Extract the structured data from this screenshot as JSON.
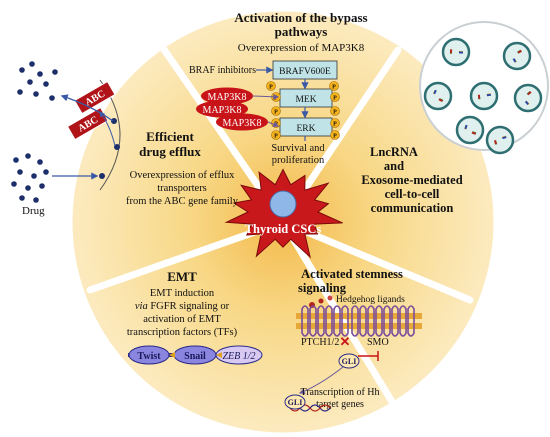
{
  "center": {
    "label": "Thyroid CSCs"
  },
  "segments": {
    "bypass": {
      "title_line1": "Activation of the bypass",
      "title_line2": "pathways",
      "subtitle": "Overexpression of MAP3K8",
      "inhibitor_label": "BRAF inhibitors",
      "braf_label": "BRAFV600E",
      "mek_label": "MEK",
      "erk_label": "ERK",
      "map3k8_labels": [
        "MAP3K8",
        "MAP3K8",
        "MAP3K8"
      ],
      "phospho_label": "P",
      "outcome_line1": "Survival and",
      "outcome_line2": "proliferation"
    },
    "efflux": {
      "title_line1": "Efficient",
      "title_line2": "drug efflux",
      "desc_line1": "Overexpression of efflux",
      "desc_line2": "transporters",
      "desc_line3": "from the ABC gene family",
      "transporter_labels": [
        "ABC",
        "ABC"
      ],
      "drug_label": "Drug"
    },
    "lncrna": {
      "line1": "LncRNA",
      "line2": "and",
      "line3": "Exosome-mediated",
      "line4": "cell-to-cell",
      "line5": "communication"
    },
    "emt": {
      "title": "EMT",
      "desc_line1": "EMT induction",
      "desc_line2_italic": "via",
      "desc_line2_rest": "FGFR signaling or",
      "desc_line3": "activation of EMT",
      "desc_line4": "transcription factors (TFs)",
      "factors": [
        "Twist",
        "Snail",
        "ZEB 1/2"
      ]
    },
    "stemness": {
      "title_line1": "Activated stemness",
      "title_line2": "signaling",
      "ligands_label": "Hedgehog ligands",
      "ptch_label": "PTCH1/2",
      "smo_label": "SMO",
      "gli_labels": [
        "GLI",
        "GLI"
      ],
      "transcription_line1": "Transcription of Hh",
      "transcription_line2": "target genes"
    }
  },
  "colors": {
    "wedge_fill": "#fbe6ad",
    "wedge_glow": "#f6c75a",
    "wedge_border": "#ffffff",
    "burst_fill": "#c8181c",
    "center_circle": "#8fb8e8",
    "map3k8_fill": "#c81418",
    "abc_fill": "#b01418",
    "kinase_fill": "#bfe3e6",
    "phospho_fill": "#f5b21a",
    "emt_bar": "#2a2a88",
    "twist_fill": "#8a86e0",
    "snail_fill": "#8a86e0",
    "zeb_fill": "#d7c9f2",
    "membrane": "#e8a838",
    "receptor": "#7a4c9a",
    "gli_fill": "#ffe9b0",
    "drug_dot": "#1c2f6b",
    "exosome_cell": "#dff0ee"
  }
}
